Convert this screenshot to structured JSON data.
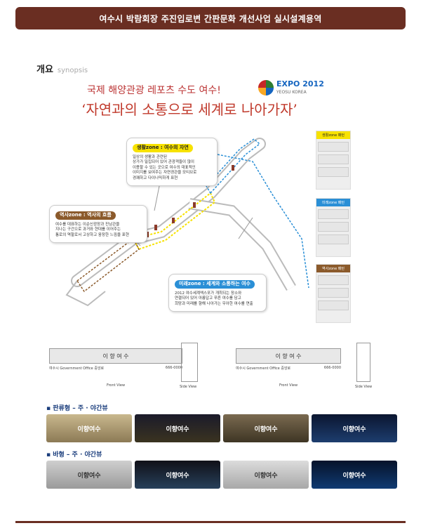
{
  "header": {
    "title": "여수시 박람회장 주진입로변 간판문화 개선사업 실시설계용역"
  },
  "section": {
    "title_ko": "개요",
    "title_en": "synopsis"
  },
  "slogan": {
    "line1": "국제 해양관광 레포츠 수도 여수!",
    "line2": "‘자연과의 소통으로 세계로 나아가자’"
  },
  "expo": {
    "name": "EXPO 2012",
    "sub": "YEOSU KOREA"
  },
  "zones": [
    {
      "tag": "생활zone : 여수의 자연",
      "color": "#f7e200",
      "desc": [
        "일상의 생활과 관련된",
        "상가가 밀집되어 있어 관광객들이 많이",
        "이용할 수 있는 곳으로 여수의 대표적인",
        "이미지를 보여주는 자연경관을 모티브로",
        "경쾌하고 다이나믹하게 표현"
      ]
    },
    {
      "tag": "역사zone : 역사의 흐름",
      "color": "#8b5a2b",
      "desc": [
        "여수를 대표하는 이순신광장과 진남관을",
        "지나는 구간으로 과거와 현대를 이어주는",
        "통로의 역할로서 고상하고 웅장한 느낌을 표현"
      ]
    },
    {
      "tag": "미래zone : 세계와 소통하는 여수",
      "color": "#2a8fd6",
      "desc": [
        "2012 여수세계엑스포가 개최되는 장소와",
        "연결되어 있어 아름답고 푸른 여수를 담고",
        "희망과 미래를 향해 나아가는 우아한 여수를 연출"
      ]
    }
  ],
  "side_panels": [
    {
      "label": "생활zone 패턴",
      "color": "#f7e200"
    },
    {
      "label": "미래zone 패턴",
      "color": "#2a8fd6"
    },
    {
      "label": "역사zone 패턴",
      "color": "#8b5a2b"
    }
  ],
  "drawings": [
    {
      "front": "Front View",
      "side": "Side View",
      "sign_text": "이 향 여 수",
      "small": "여수시 Government Office 중앙로",
      "phone": "666-0000"
    },
    {
      "front": "Front View",
      "side": "Side View",
      "sign_text": "이 향 여 수",
      "small": "여수시 Government Office 중앙로",
      "phone": "666-0000"
    }
  ],
  "rows": [
    {
      "label": "▪ 판류형 – 주 · 야간뷰",
      "items": [
        "이향여수",
        "이향여수",
        "이향여수",
        "이향여수"
      ]
    },
    {
      "label": "▪ 바형 – 주 · 야간뷰",
      "items": [
        "이향여수",
        "이향여수",
        "이향여수",
        "이향여수"
      ]
    }
  ]
}
